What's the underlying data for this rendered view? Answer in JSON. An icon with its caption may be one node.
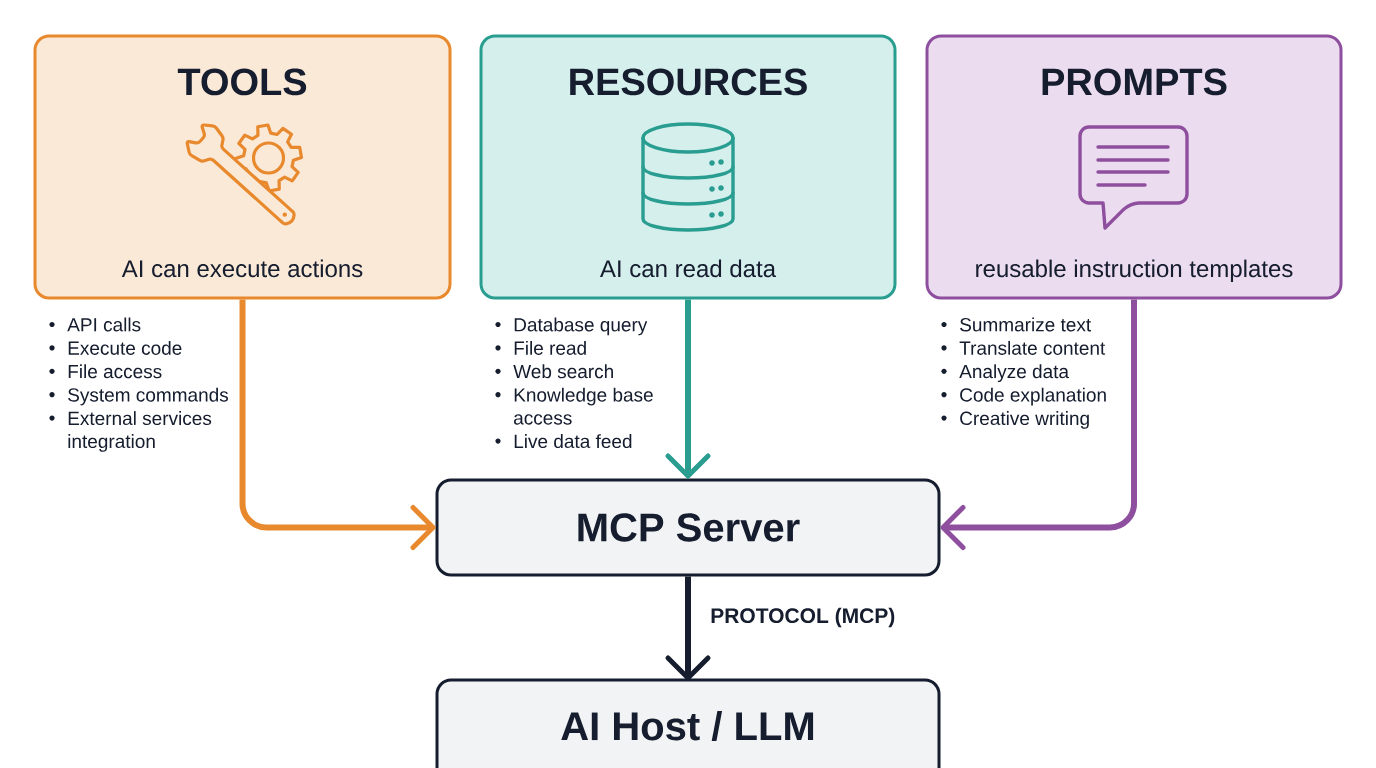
{
  "diagram": {
    "nodes": [
      {
        "text": [
          "TOOLS",
          "AI can execute actions"
        ],
        "beside": [
          "API calls",
          "Execute code",
          "File access",
          "System commands",
          "External services integration"
        ]
      },
      {
        "text": [
          "RESOURCES",
          "AI can read data"
        ],
        "beside": [
          "Database query",
          "File read",
          "Web search",
          "Knowledge base access",
          "Live data feed"
        ]
      },
      {
        "text": [
          "PROMPTS",
          "reusable instruction templates"
        ],
        "beside": [
          "Summarize text",
          "Translate content",
          "Analyze data",
          "Code explanation",
          "Creative writing"
        ]
      },
      {
        "text": [
          "MCP Server"
        ]
      },
      {
        "text": [
          "AI Host / LLM"
        ]
      }
    ],
    "edges": [
      {
        "from": 0,
        "to": 3,
        "arrow": "to",
        "color": "#e8892e"
      },
      {
        "from": 1,
        "to": 3,
        "arrow": "to",
        "color": "#2a9d91"
      },
      {
        "from": 2,
        "to": 3,
        "arrow": "to",
        "color": "#8f4f9f"
      },
      {
        "from": 3,
        "to": 4,
        "arrow": "to",
        "label": "PROTOCOL (MCP)",
        "color": "#151d2e"
      }
    ]
  }
}
